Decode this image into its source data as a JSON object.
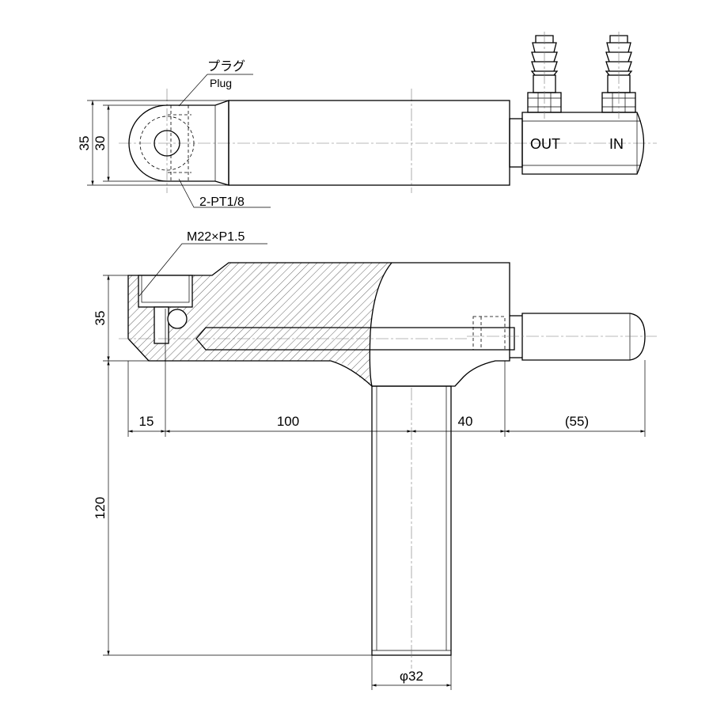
{
  "top_view": {
    "dim_height_outer": "35",
    "dim_height_inner": "30",
    "plug_label_jp": "プラグ",
    "plug_label_en": "Plug",
    "port_thread": "2-PT1/8",
    "out_label": "OUT",
    "in_label": "IN"
  },
  "front_view": {
    "thread_spec": "M22×P1.5",
    "dim_height": "35",
    "dim_1": "15",
    "dim_2": "100",
    "dim_3": "40",
    "dim_4": "(55)",
    "dim_shank_length": "120",
    "dim_shank_diameter": "φ32"
  }
}
